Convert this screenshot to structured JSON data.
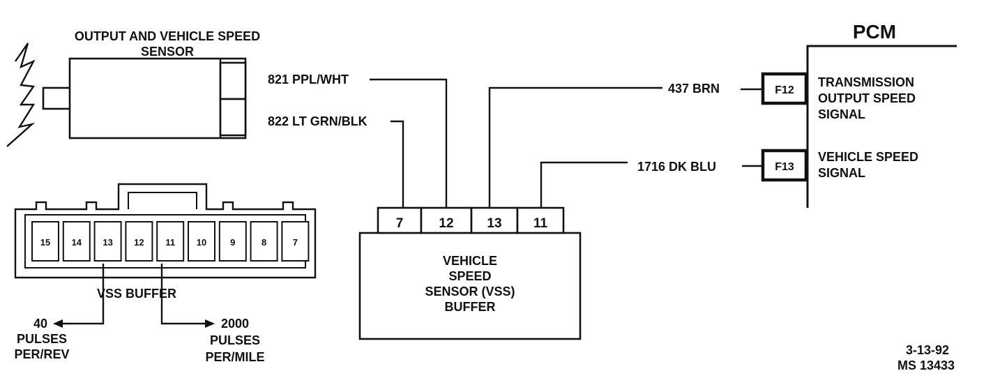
{
  "sensor": {
    "title_line1": "OUTPUT AND VEHICLE SPEED",
    "title_line2": "SENSOR"
  },
  "wires": {
    "w821": "821 PPL/WHT",
    "w822": "822 LT GRN/BLK",
    "w437": "437 BRN",
    "w1716": "1716 DK BLU"
  },
  "pcm": {
    "title": "PCM",
    "pin_f12": "F12",
    "pin_f13": "F13",
    "f12_line1": "TRANSMISSION",
    "f12_line2": "OUTPUT SPEED",
    "f12_line3": "SIGNAL",
    "f13_line1": "VEHICLE SPEED",
    "f13_line2": "SIGNAL"
  },
  "buffer_module": {
    "pins": [
      "7",
      "12",
      "13",
      "11"
    ],
    "line1": "VEHICLE",
    "line2": "SPEED",
    "line3": "SENSOR (VSS)",
    "line4": "BUFFER"
  },
  "connector": {
    "cavities": [
      "15",
      "14",
      "13",
      "12",
      "11",
      "10",
      "9",
      "8",
      "7"
    ],
    "label": "VSS BUFFER"
  },
  "outputs": {
    "left_line1": "40",
    "left_line2": "PULSES",
    "left_line3": "PER/REV",
    "right_line1": "2000",
    "right_line2": "PULSES",
    "right_line3": "PER/MILE"
  },
  "footer": {
    "date": "3-13-92",
    "code": "MS 13433"
  }
}
